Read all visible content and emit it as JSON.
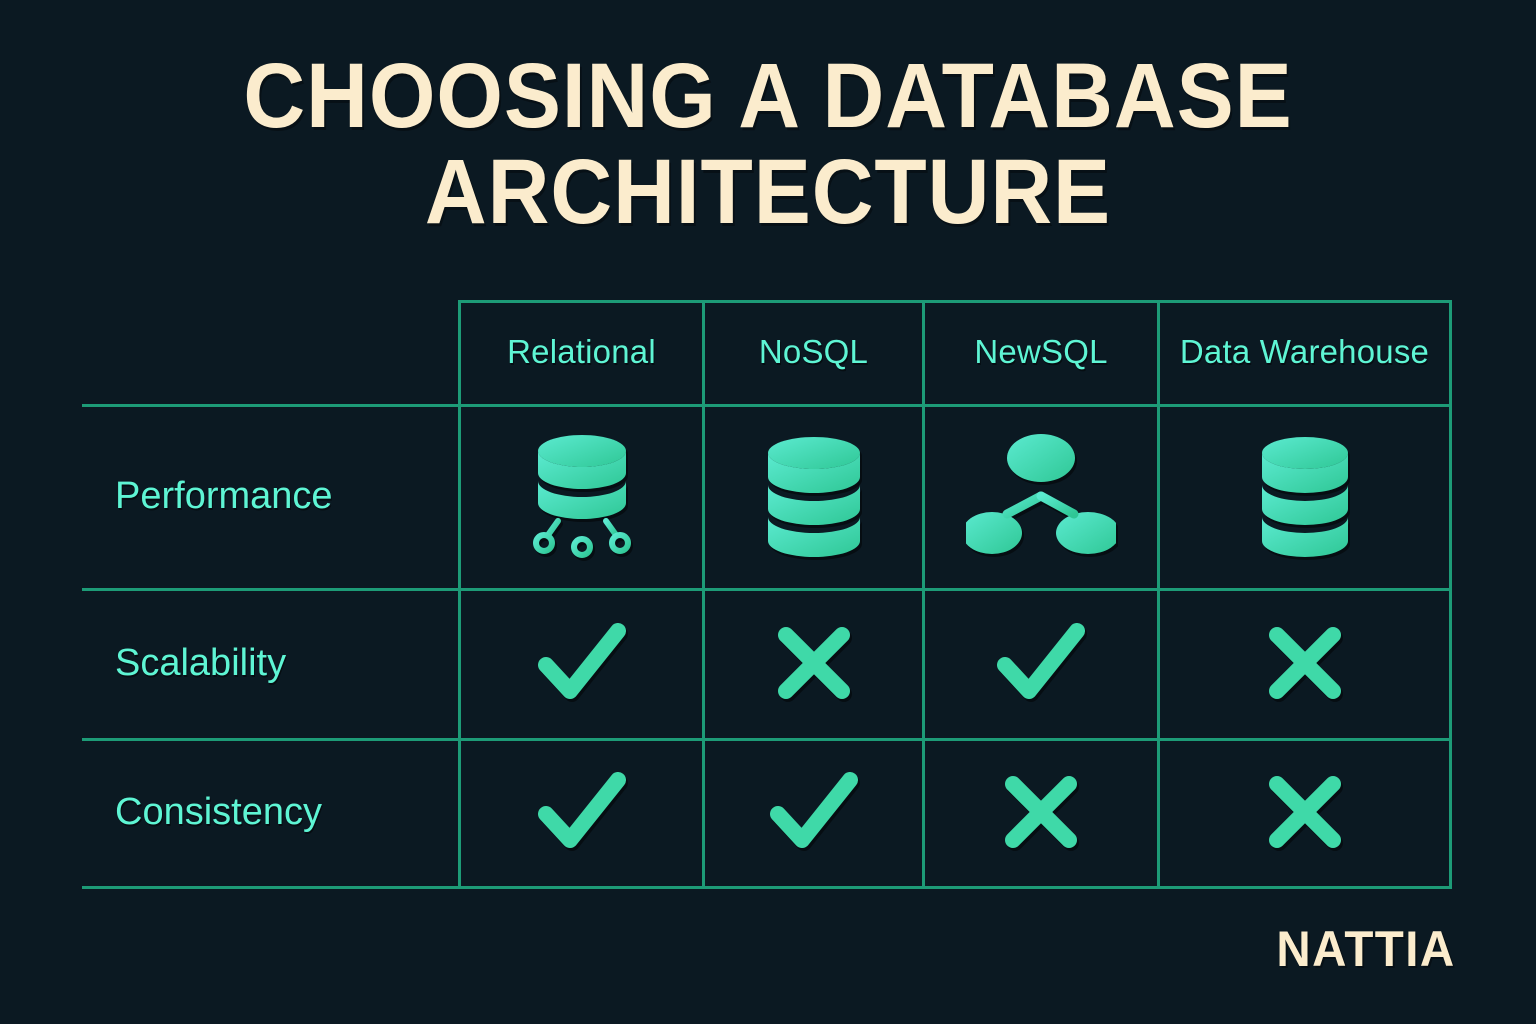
{
  "title": {
    "line1": "CHOOSING A DATABASE",
    "line2": "ARCHITECTURE"
  },
  "colors": {
    "background": "#0b1922",
    "title_text": "#fbeccd",
    "accent_mint": "#5ef5d4",
    "grid_line": "#1d9b77",
    "icon_fill": "#3fd9a8",
    "logo_text": "#fbeccd"
  },
  "table": {
    "corner_label": "",
    "columns": [
      {
        "label": "Relational"
      },
      {
        "label": "NoSQL"
      },
      {
        "label": "NewSQL"
      },
      {
        "label": "Data Warehouse"
      }
    ],
    "rows": [
      {
        "label": "Performance",
        "cells": [
          {
            "type": "icon",
            "icon": "database-nodes-icon",
            "value": "relational-database"
          },
          {
            "type": "icon",
            "icon": "database-stack-icon",
            "value": "nosql-database"
          },
          {
            "type": "icon",
            "icon": "distributed-nodes-icon",
            "value": "newsql-distributed"
          },
          {
            "type": "icon",
            "icon": "database-stack-icon",
            "value": "data-warehouse-database"
          }
        ]
      },
      {
        "label": "Scalability",
        "cells": [
          {
            "type": "check",
            "icon": "check-icon",
            "value": "yes"
          },
          {
            "type": "cross",
            "icon": "cross-icon",
            "value": "no"
          },
          {
            "type": "check",
            "icon": "check-icon",
            "value": "yes"
          },
          {
            "type": "cross",
            "icon": "cross-icon",
            "value": "no"
          }
        ]
      },
      {
        "label": "Consistency",
        "cells": [
          {
            "type": "check",
            "icon": "check-icon",
            "value": "yes"
          },
          {
            "type": "check",
            "icon": "check-icon",
            "value": "yes"
          },
          {
            "type": "cross",
            "icon": "cross-icon",
            "value": "no"
          },
          {
            "type": "cross",
            "icon": "cross-icon",
            "value": "no"
          }
        ]
      }
    ]
  },
  "footer": {
    "brand": "NATTIA"
  }
}
